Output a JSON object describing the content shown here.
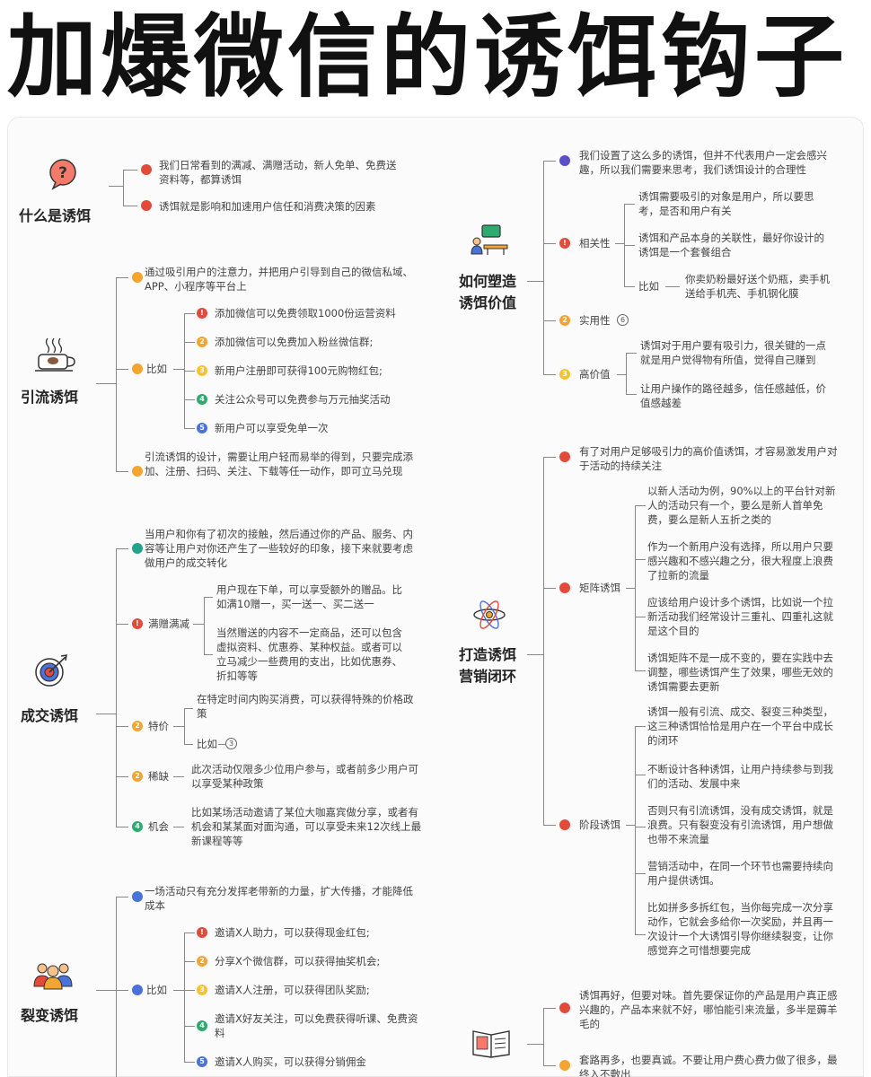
{
  "title": "加爆微信的诱饵钩子",
  "s1": {
    "name": "什么是诱饵",
    "items": [
      "我们日常看到的满减、满赠活动，新人免单、免费送资料等，都算诱饵",
      "诱饵就是影响和加速用户信任和消费决策的因素"
    ]
  },
  "s2": {
    "name": "引流诱饵",
    "intro": "通过吸引用户的注意力，并把用户引导到自己的微信私域、APP、小程序等平台上",
    "example_label": "比如",
    "examples": [
      "添加微信可以免费领取1000份运营资料",
      "添加微信可以免费加入粉丝微信群;",
      "新用户注册即可获得100元购物红包;",
      "关注公众号可以免费参与万元抽奖活动",
      "新用户可以享受免单一次"
    ],
    "outro": "引流诱饵的设计，需要让用户轻而易举的得到，只要完成添加、注册、扫码、关注、下载等任一动作，即可立马兑现"
  },
  "s3": {
    "name": "成交诱饵",
    "intro": "当用户和你有了初次的接触，然后通过你的产品、服务、内容等让用户对你还产生了一些较好的印象，接下来就要考虑做用户的成交转化",
    "b1": {
      "label": "满赠满减",
      "items": [
        "用户现在下单，可以享受额外的赠品。比如满10赠一，买一送一、买二送一",
        "当然赠送的内容不一定商品，还可以包含虚拟资料、优惠券、某种权益。或者可以立马减少一些费用的支出，比如优惠券、折扣等等"
      ]
    },
    "b2": {
      "label": "特价",
      "item": "在特定时间内购买消费，可以获得特殊的价格政策",
      "example_label": "比如",
      "count": "3"
    },
    "b3": {
      "label": "稀缺",
      "item": "此次活动仅限多少位用户参与，或者前多少用户可以享受某种政策"
    },
    "b4": {
      "label": "机会",
      "item": "比如某场活动邀请了某位大咖嘉宾做分享，或者有机会和某某面对面沟通，可以享受未来12次线上最新课程等等"
    }
  },
  "s4": {
    "name": "裂变诱饵",
    "intro": "一场活动只有充分发挥老带新的力量，扩大传播，才能降低成本",
    "example_label": "比如",
    "examples": [
      "邀请X人助力，可以获得现金红包;",
      "分享X个微信群，可以获得抽奖机会;",
      "邀请X人注册，可以获得团队奖励;",
      "邀请X好友关注，可以免费获得听课、免费资料",
      "邀请X人购买，可以获得分销佣金"
    ]
  },
  "s5": {
    "name_l1": "如何塑造",
    "name_l2": "诱饵价值",
    "intro": "我们设置了这么多的诱饵，但并不代表用户一定会感兴趣，所以我们需要来思考，我们诱饵设计的合理性",
    "b1": {
      "label": "相关性",
      "items": [
        "诱饵需要吸引的对象是用户，所以要思考，是否和用户有关",
        "诱饵和产品本身的关联性，最好你设计的诱饵是一个套餐组合"
      ],
      "example_label": "比如",
      "example": "你卖奶粉最好送个奶瓶，卖手机送给手机壳、手机钢化膜"
    },
    "b2": {
      "label": "实用性",
      "count": "6"
    },
    "b3": {
      "label": "高价值",
      "items": [
        "诱饵对于用户要有吸引力，很关键的一点就是用户觉得物有所值，觉得自己赚到",
        "让用户操作的路径越多，信任感越低，价值感越差"
      ]
    }
  },
  "s6": {
    "name_l1": "打造诱饵",
    "name_l2": "营销闭环",
    "intro": "有了对用户足够吸引力的高价值诱饵，才容易激发用户对于活动的持续关注",
    "b1": {
      "label": "矩阵诱饵",
      "items": [
        "以新人活动为例，90%以上的平台针对新人的活动只有一个，要么是新人首单免费，要么是新人五折之类的",
        "作为一个新用户没有选择，所以用户只要感兴趣和不感兴趣之分，很大程度上浪费了拉新的流量",
        "应该给用户设计多个诱饵，比如说一个拉新活动我们经常设计三重礼、四重礼这就是这个目的",
        "诱饵矩阵不是一成不变的，要在实践中去调整，哪些诱饵产生了效果，哪些无效的诱饵需要去更新"
      ]
    },
    "b2": {
      "label": "阶段诱饵",
      "items": [
        "诱饵一般有引流、成交、裂变三种类型，这三种诱饵恰恰是用户在一个平台中成长的闭环",
        "不断设计各种诱饵，让用户持续参与到我们的活动、发展中来",
        "否则只有引流诱饵，没有成交诱饵，就是浪费。只有裂变没有引流诱饵，用户想做也带不来流量",
        "营销活动中，在同一个环节也需要持续向用户提供诱饵。",
        "比如拼多多拆红包，当你每完成一次分享动作，它就会多给你一次奖励，并且再一次设计一个大诱饵引导你继续裂变，让你感觉弃之可惜想要完成"
      ]
    }
  },
  "s7": {
    "items": [
      "诱饵再好，但要对味。首先要保证你的产品是用户真正感兴趣的，产品本来就不好，哪怕能引来流量，多半是薅羊毛的",
      "套路再多，也要真诚。不要让用户费心费力做了很多，最终入不敷出"
    ]
  },
  "colors": {
    "red": "#e24b3b",
    "orange": "#f3a433",
    "yellow": "#f4c430",
    "green": "#2eaa6e",
    "blue": "#4a72d8"
  }
}
